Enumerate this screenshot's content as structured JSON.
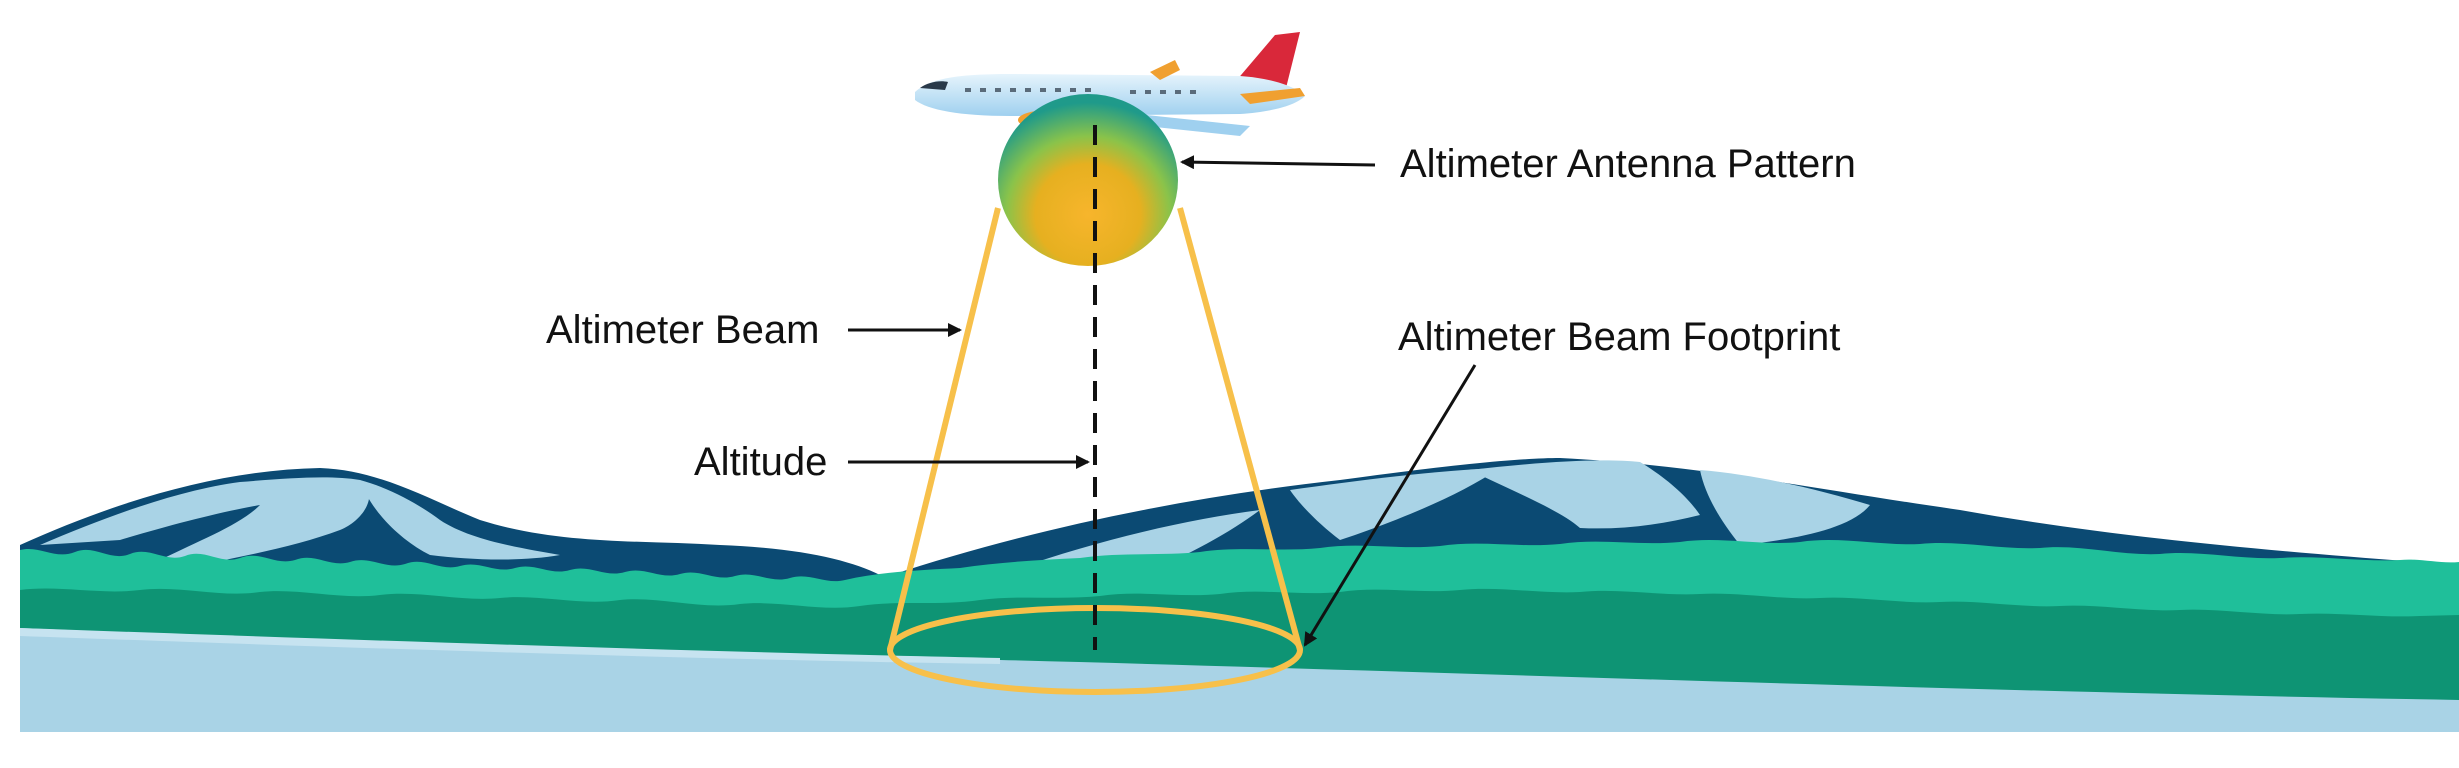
{
  "labels": {
    "antenna_pattern": "Altimeter Antenna Pattern",
    "beam": "Altimeter Beam",
    "beam_footprint": "Altimeter Beam Footprint",
    "altitude": "Altitude"
  },
  "colors": {
    "sky": "#ffffff",
    "mountain_dark": "#0b4a73",
    "snow": "#a9d3e6",
    "forest_light": "#1fbf9a",
    "forest_dark": "#0e9474",
    "ground": "#a9d3e6",
    "beam": "#f7c04a",
    "arrow": "#111111",
    "plane_body": "#cfe8f8",
    "plane_tail": "#d9283a",
    "plane_engine": "#f0a030"
  }
}
